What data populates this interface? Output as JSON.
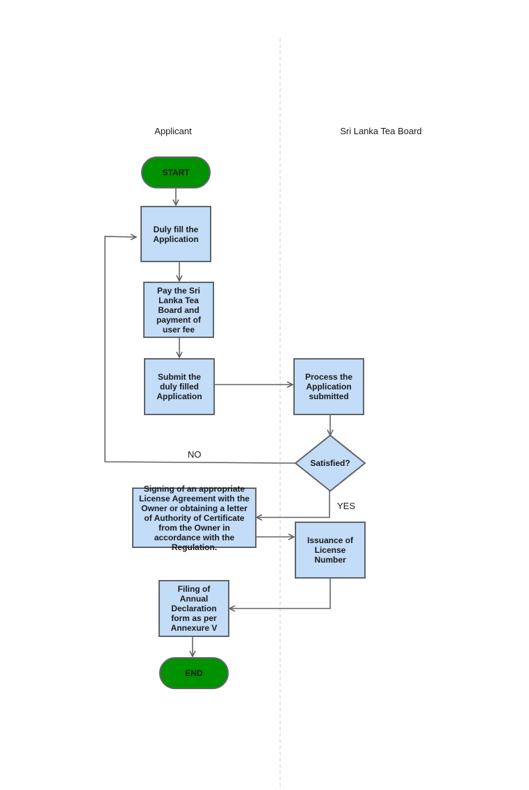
{
  "lanes": {
    "left": "Applicant",
    "right": "Sri Lanka Tea Board"
  },
  "nodes": {
    "start": "START",
    "fill_application": "Duly fill the Application",
    "pay_fee": "Pay the Sri Lanka Tea Board and payment of user fee",
    "submit_application": "Submit the duly filled Application",
    "process_application": "Process the Application submitted",
    "decision": "Satisfied?",
    "license_agreement": "Signing of an appropriate License Agreement with the Owner or obtaining a letter of Authority of Certificate from the Owner in accordance with the Regulation.",
    "issuance": "Issuance of License Number",
    "annual_declaration": "Filing of Annual Declaration form as per Annexure V",
    "end": "END"
  },
  "edge_labels": {
    "no": "NO",
    "yes": "YES"
  },
  "colors": {
    "terminal_fill": "#009200",
    "process_fill": "#c3dcf7",
    "stroke": "#5f6368",
    "lane_divider": "#cccccc"
  }
}
